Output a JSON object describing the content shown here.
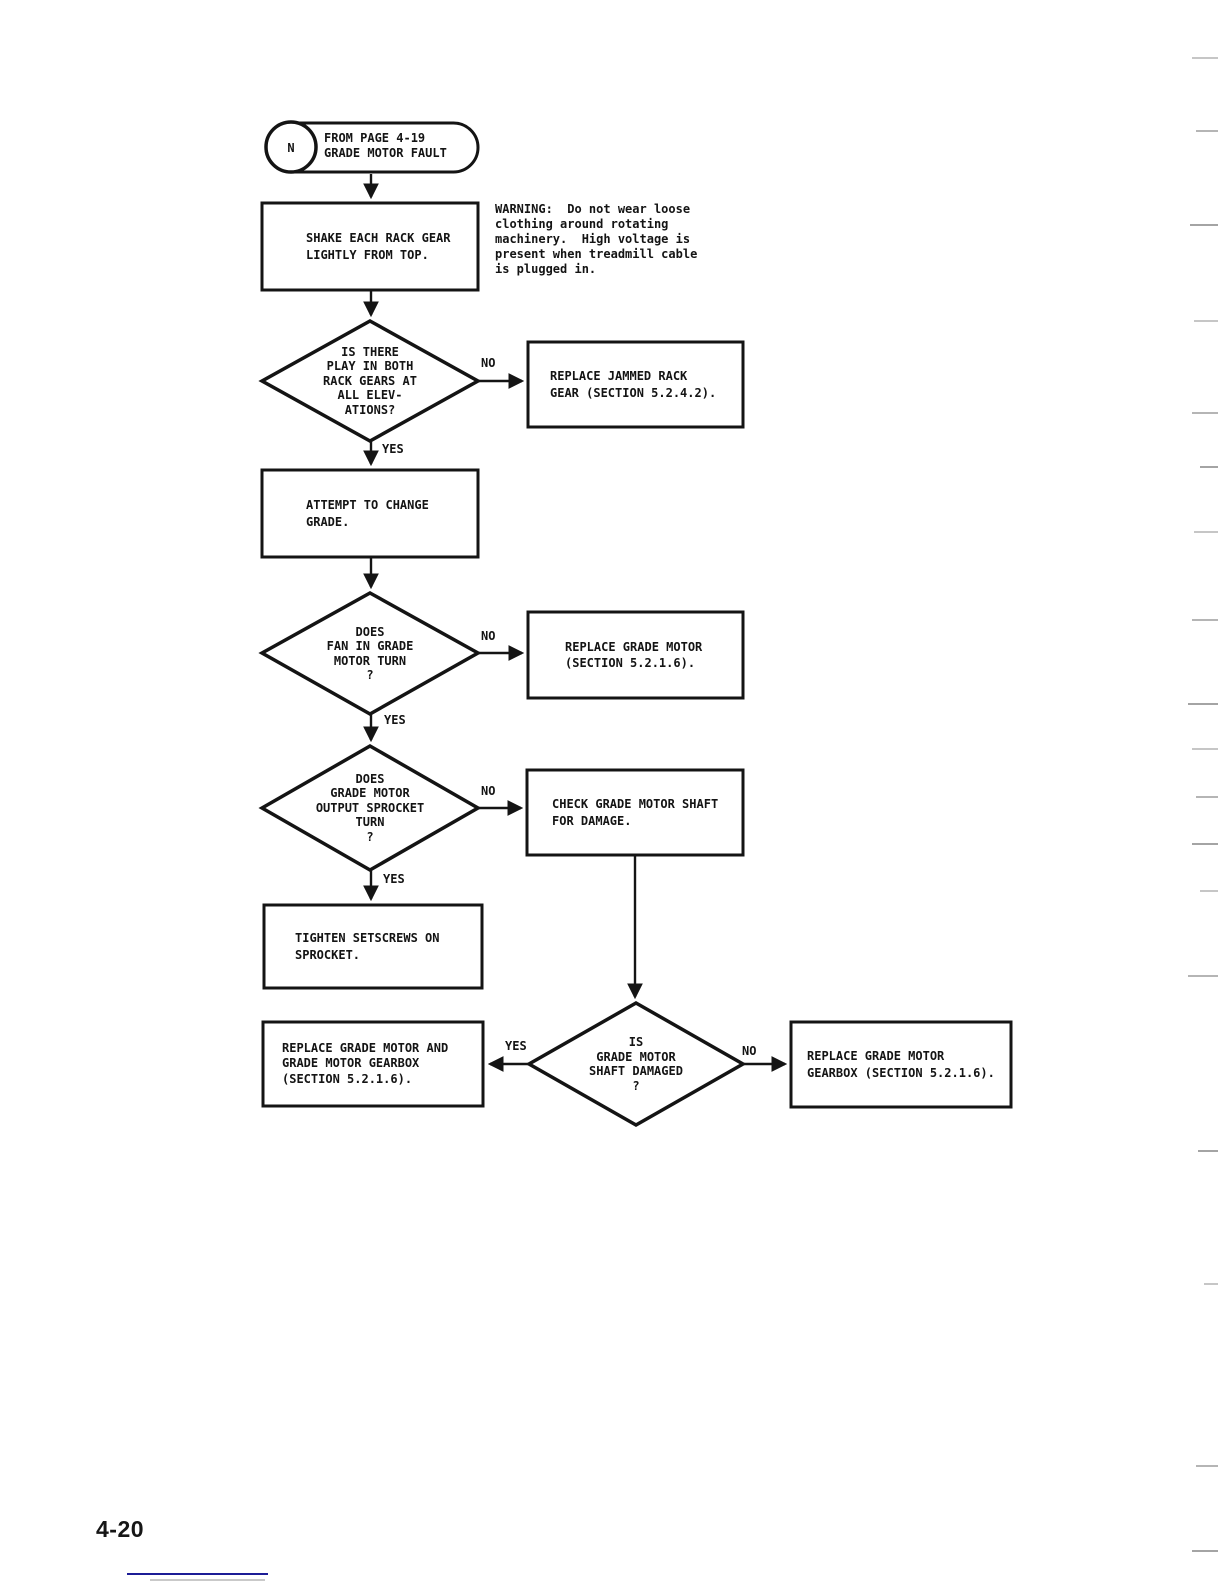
{
  "page": {
    "number": "4-20"
  },
  "start_terminal": {
    "connector_letter": "N",
    "label": "FROM PAGE 4-19\nGRADE MOTOR FAULT"
  },
  "warning_note": "WARNING:  Do not wear loose\nclothing around rotating\nmachinery.  High voltage is\npresent when treadmill cable\nis plugged in.",
  "process_boxes": {
    "shake_rack_gear": "SHAKE EACH RACK GEAR\nLIGHTLY FROM TOP.",
    "replace_jammed_rack_gear": "REPLACE JAMMED RACK\nGEAR (SECTION 5.2.4.2).",
    "attempt_change_grade": "ATTEMPT TO CHANGE\nGRADE.",
    "replace_grade_motor": "REPLACE GRADE MOTOR\n(SECTION 5.2.1.6).",
    "check_shaft_damage": "CHECK GRADE MOTOR SHAFT\nFOR DAMAGE.",
    "tighten_setscrews": "TIGHTEN SETSCREWS ON\nSPROCKET.",
    "replace_motor_and_gearbox": "REPLACE GRADE MOTOR AND\nGRADE MOTOR GEARBOX\n(SECTION 5.2.1.6).",
    "replace_gearbox": "REPLACE GRADE MOTOR\nGEARBOX (SECTION 5.2.1.6)."
  },
  "decisions": {
    "play_in_rack_gears": "IS THERE\nPLAY IN BOTH\nRACK GEARS AT\nALL ELEV-\nATIONS?",
    "fan_turns": "DOES\nFAN IN GRADE\nMOTOR TURN\n?",
    "sprocket_turns": "DOES\nGRADE MOTOR\nOUTPUT SPROCKET\nTURN\n?",
    "shaft_damaged": "IS\nGRADE MOTOR\nSHAFT DAMAGED\n?"
  },
  "branch_labels": {
    "yes": "YES",
    "no": "NO"
  },
  "colors": {
    "ink": "#141414",
    "footer_rule": "#1c1c96"
  }
}
